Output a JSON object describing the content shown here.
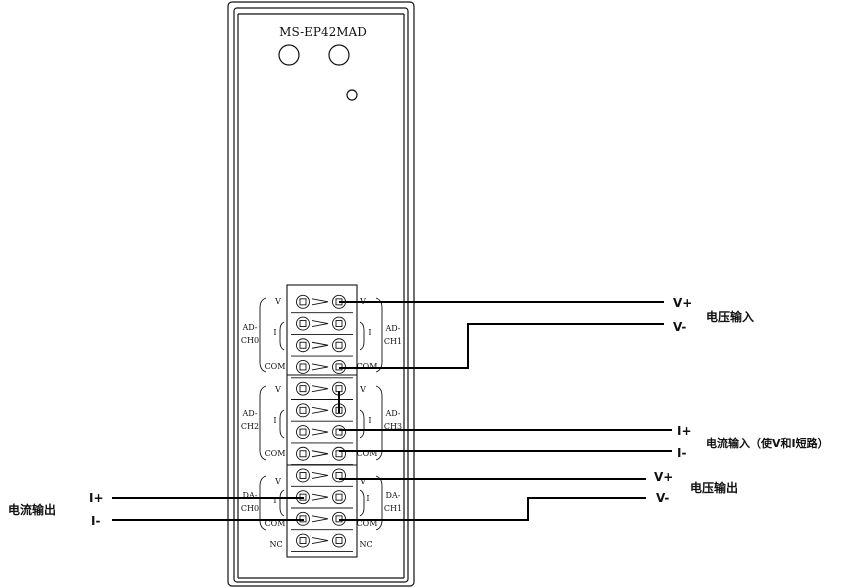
{
  "module": {
    "model": "MS-EP42MAD"
  },
  "channels": {
    "left": [
      {
        "name": "AD-CH0",
        "line1": "AD-",
        "line2": "CH0",
        "terms": [
          "V",
          "I",
          "COM"
        ]
      },
      {
        "name": "AD-CH2",
        "line1": "AD-",
        "line2": "CH2",
        "terms": [
          "V",
          "I",
          "COM"
        ]
      },
      {
        "name": "DA-CH0",
        "line1": "DA-",
        "line2": "CH0",
        "terms": [
          "V",
          "I",
          "COM"
        ]
      }
    ],
    "right": [
      {
        "name": "AD-CH1",
        "line1": "AD-",
        "line2": "CH1",
        "terms": [
          "V",
          "I",
          "COM"
        ]
      },
      {
        "name": "AD-CH3",
        "line1": "AD-",
        "line2": "CH3",
        "terms": [
          "V",
          "I",
          "COM"
        ]
      },
      {
        "name": "DA-CH1",
        "line1": "DA-",
        "line2": "CH1",
        "terms": [
          "V",
          "I",
          "COM"
        ]
      }
    ],
    "nc_label": "NC"
  },
  "wiring": {
    "voltage_input": {
      "pos": "V+",
      "neg": "V-",
      "title": "电压输入"
    },
    "current_input": {
      "pos": "I+",
      "neg": "I-",
      "title": "电流输入（使V和I短路）"
    },
    "voltage_output": {
      "pos": "V+",
      "neg": "V-",
      "title": "电压输出"
    },
    "current_output": {
      "pos": "I+",
      "neg": "I-",
      "title": "电流输出"
    }
  }
}
